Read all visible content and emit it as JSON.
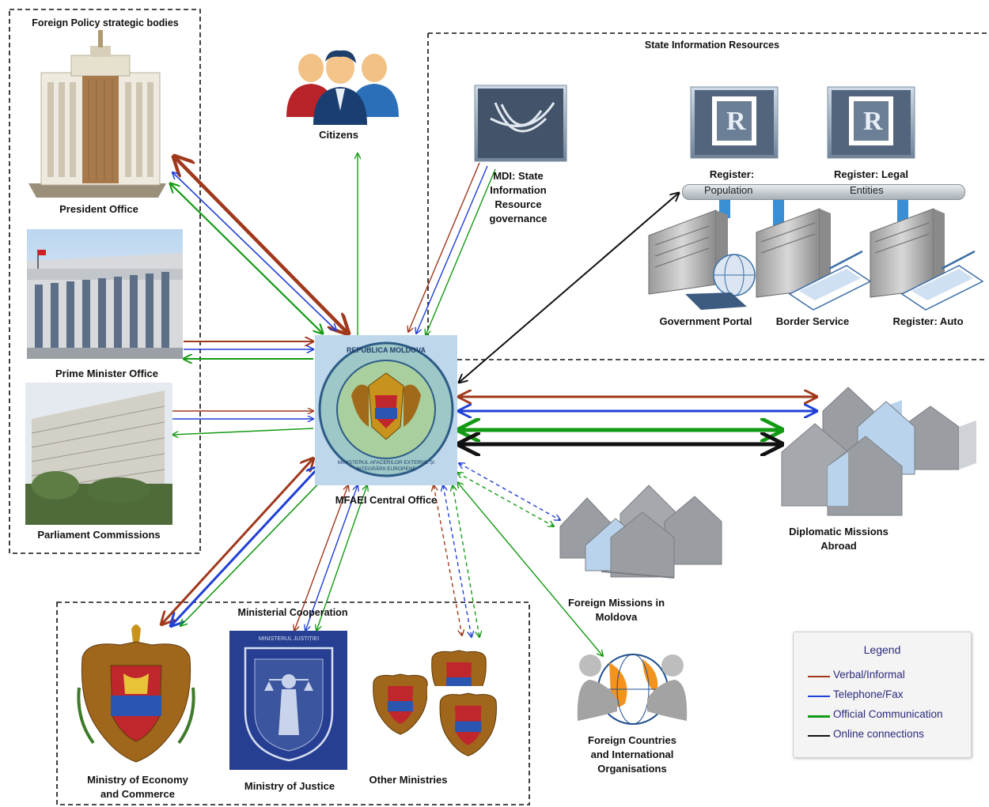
{
  "groups": {
    "foreign_policy": "Foreign Policy strategic bodies",
    "state_info": "State Information Resources",
    "ministerial": "Ministerial Cooperation"
  },
  "nodes": {
    "president": "President Office",
    "prime_minister": "Prime Minister Office",
    "parliament": "Parliament Commissions",
    "citizens": "Citizens",
    "mdi_1": "MDI: State",
    "mdi_2": "Information",
    "mdi_3": "Resource",
    "mdi_4": "governance",
    "register_population_1": "Register:",
    "register_population_2": "Population",
    "register_legal_1": "Register: Legal",
    "register_legal_2": "Entities",
    "government_portal": "Government Portal",
    "border_service": "Border Service",
    "register_auto": "Register: Auto",
    "central_office": "MFAEI Central Office",
    "diplomatic_1": "Diplomatic Missions",
    "diplomatic_2": "Abroad",
    "foreign_missions_1": "Foreign Missions in",
    "foreign_missions_2": "Moldova",
    "foreign_countries_1": "Foreign Countries",
    "foreign_countries_2": "and International",
    "foreign_countries_3": "Organisations",
    "economy_1": "Ministry of Economy",
    "economy_2": "and Commerce",
    "justice": "Ministry of Justice",
    "other_ministries": "Other Ministries",
    "seal_text": "REPUBLICA MOLDOVA",
    "seal_text_2": "MINISTERUL AFACERILOR EXTERNE ȘI INTEGRĂRII EUROPENE",
    "justice_header": "MINISTERUL JUSTIȚIEI"
  },
  "legend": {
    "title": "Legend",
    "items": [
      {
        "label": "Verbal/Informal",
        "color": "#a0381c"
      },
      {
        "label": "Telephone/Fax",
        "color": "#1f3fd6"
      },
      {
        "label": "Official Communication",
        "color": "#139a13"
      },
      {
        "label": "Online connections",
        "color": "#111111"
      }
    ]
  },
  "colors": {
    "verbal": "#a0381c",
    "telephone": "#1f3fd6",
    "official": "#139a13",
    "online": "#111111"
  }
}
